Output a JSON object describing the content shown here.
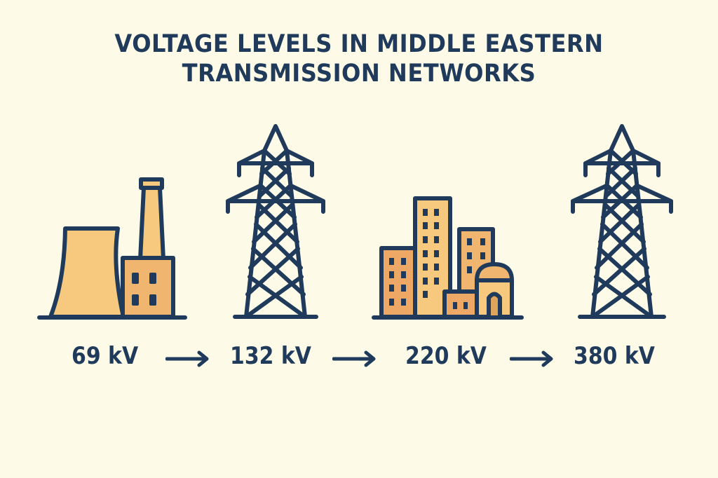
{
  "title": {
    "line1": "VOLTAGE LEVELS IN MIDDLE EASTERN",
    "line2": "TRANSMISSION NETWORKS"
  },
  "stages": [
    {
      "icon": "power-plant-icon",
      "label": "69 kV"
    },
    {
      "icon": "transmission-tower-icon",
      "label": "132 kV"
    },
    {
      "icon": "city-buildings-icon",
      "label": "220 kV"
    },
    {
      "icon": "transmission-tower-icon",
      "label": "380 kV"
    }
  ],
  "arrows": [
    "arrow-right-icon",
    "arrow-right-icon",
    "arrow-right-icon"
  ],
  "colors": {
    "background": "#fdfbe8",
    "navy": "#1f3a5a",
    "sand_light": "#f7c97e",
    "sand_mid": "#f0b56e",
    "sand_dark": "#eda866"
  }
}
